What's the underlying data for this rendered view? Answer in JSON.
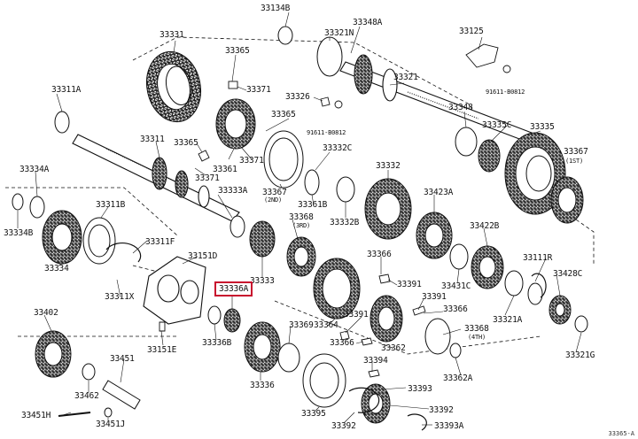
{
  "diagram": {
    "highlight_color": "#c8102e",
    "labels": [
      {
        "id": "l-33134b",
        "text": "33134B"
      },
      {
        "id": "l-33348a",
        "text": "33348A"
      },
      {
        "id": "l-33331",
        "text": "33331"
      },
      {
        "id": "l-33321n",
        "text": "33321N"
      },
      {
        "id": "l-33125",
        "text": "33125"
      },
      {
        "id": "l-33365a",
        "text": "33365"
      },
      {
        "id": "l-33371a",
        "text": "33371"
      },
      {
        "id": "l-33326",
        "text": "33326"
      },
      {
        "id": "l-33321",
        "text": "33321"
      },
      {
        "id": "l-91611a",
        "text": "91611-B0812"
      },
      {
        "id": "l-33311a",
        "text": "33311A"
      },
      {
        "id": "l-33365b",
        "text": "33365"
      },
      {
        "id": "l-33348",
        "text": "33348"
      },
      {
        "id": "l-33335c",
        "text": "33335C"
      },
      {
        "id": "l-33335",
        "text": "33335"
      },
      {
        "id": "l-91611b",
        "text": "91611-B0812"
      },
      {
        "id": "l-33311",
        "text": "33311"
      },
      {
        "id": "l-33365c",
        "text": "33365"
      },
      {
        "id": "l-33332c",
        "text": "33332C"
      },
      {
        "id": "l-33361",
        "text": "33361"
      },
      {
        "id": "l-33371b",
        "text": "33371"
      },
      {
        "id": "l-33367a",
        "text": "33367"
      },
      {
        "id": "l-1st",
        "text": "(1ST)"
      },
      {
        "id": "l-33334a",
        "text": "33334A"
      },
      {
        "id": "l-33371c",
        "text": "33371"
      },
      {
        "id": "l-33332",
        "text": "33332"
      },
      {
        "id": "l-33333a",
        "text": "33333A"
      },
      {
        "id": "l-33367b",
        "text": "33367"
      },
      {
        "id": "l-2nd",
        "text": "(2ND)"
      },
      {
        "id": "l-33361b",
        "text": "33361B"
      },
      {
        "id": "l-33423a",
        "text": "33423A"
      },
      {
        "id": "l-33311b",
        "text": "33311B"
      },
      {
        "id": "l-33368a",
        "text": "33368"
      },
      {
        "id": "l-3rd",
        "text": "(3RD)"
      },
      {
        "id": "l-33332b",
        "text": "33332B"
      },
      {
        "id": "l-33334b",
        "text": "33334B"
      },
      {
        "id": "l-33422b",
        "text": "33422B"
      },
      {
        "id": "l-33311f",
        "text": "33311F"
      },
      {
        "id": "l-33151d",
        "text": "33151D"
      },
      {
        "id": "l-33366a",
        "text": "33366"
      },
      {
        "id": "l-33111r",
        "text": "33111R"
      },
      {
        "id": "l-33334",
        "text": "33334"
      },
      {
        "id": "l-33333",
        "text": "33333"
      },
      {
        "id": "l-33391a",
        "text": "33391"
      },
      {
        "id": "l-33428c",
        "text": "33428C"
      },
      {
        "id": "l-33336a",
        "text": "33336A"
      },
      {
        "id": "l-33431c",
        "text": "33431C"
      },
      {
        "id": "l-33311x",
        "text": "33311X"
      },
      {
        "id": "l-33391b",
        "text": "33391"
      },
      {
        "id": "l-33366b",
        "text": "33366"
      },
      {
        "id": "l-33321a",
        "text": "33321A"
      },
      {
        "id": "l-33402",
        "text": "33402"
      },
      {
        "id": "l-33369",
        "text": "33369"
      },
      {
        "id": "l-33364",
        "text": "33364"
      },
      {
        "id": "l-33391c",
        "text": "33391"
      },
      {
        "id": "l-33368b",
        "text": "33368"
      },
      {
        "id": "l-4th",
        "text": "(4TH)"
      },
      {
        "id": "l-33336b",
        "text": "33336B"
      },
      {
        "id": "l-33366c",
        "text": "33366"
      },
      {
        "id": "l-33362",
        "text": "33362"
      },
      {
        "id": "l-33321g",
        "text": "33321G"
      },
      {
        "id": "l-33151e",
        "text": "33151E"
      },
      {
        "id": "l-33451",
        "text": "33451"
      },
      {
        "id": "l-33394",
        "text": "33394"
      },
      {
        "id": "l-33362a",
        "text": "33362A"
      },
      {
        "id": "l-33336",
        "text": "33336"
      },
      {
        "id": "l-33393a",
        "text": "33393"
      },
      {
        "id": "l-33462",
        "text": "33462"
      },
      {
        "id": "l-33395",
        "text": "33395"
      },
      {
        "id": "l-33392a",
        "text": "33392"
      },
      {
        "id": "l-33392b",
        "text": "33392"
      },
      {
        "id": "l-33451h",
        "text": "33451H"
      },
      {
        "id": "l-33451j",
        "text": "33451J"
      },
      {
        "id": "l-33393b",
        "text": "33393A"
      }
    ],
    "corner_code": "33365-A"
  }
}
